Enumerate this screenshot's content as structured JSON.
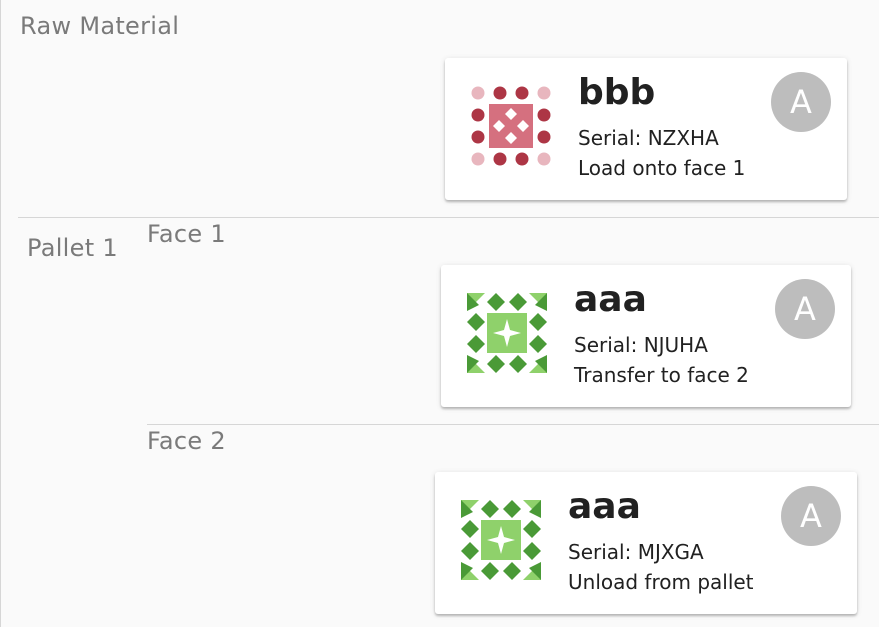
{
  "sections": {
    "raw_material": {
      "label": "Raw Material",
      "card": {
        "title": "bbb",
        "serial": "Serial: NZXHA",
        "action": "Load onto face 1",
        "avatar": "A",
        "icon": "identicon-red"
      }
    },
    "pallet": {
      "label": "Pallet 1",
      "faces": [
        {
          "label": "Face 1",
          "card": {
            "title": "aaa",
            "serial": "Serial: NJUHA",
            "action": "Transfer to face 2",
            "avatar": "A",
            "icon": "identicon-green"
          }
        },
        {
          "label": "Face 2",
          "card": {
            "title": "aaa",
            "serial": "Serial: MJXGA",
            "action": "Unload from pallet",
            "avatar": "A",
            "icon": "identicon-green"
          }
        }
      ]
    }
  },
  "colors": {
    "red_dark": "#ad3645",
    "red_light": "#e8b6be",
    "red_mid": "#d5707f",
    "green_dark": "#4a9a37",
    "green_light": "#8fd16b",
    "avatar": "#bdbdbd"
  }
}
